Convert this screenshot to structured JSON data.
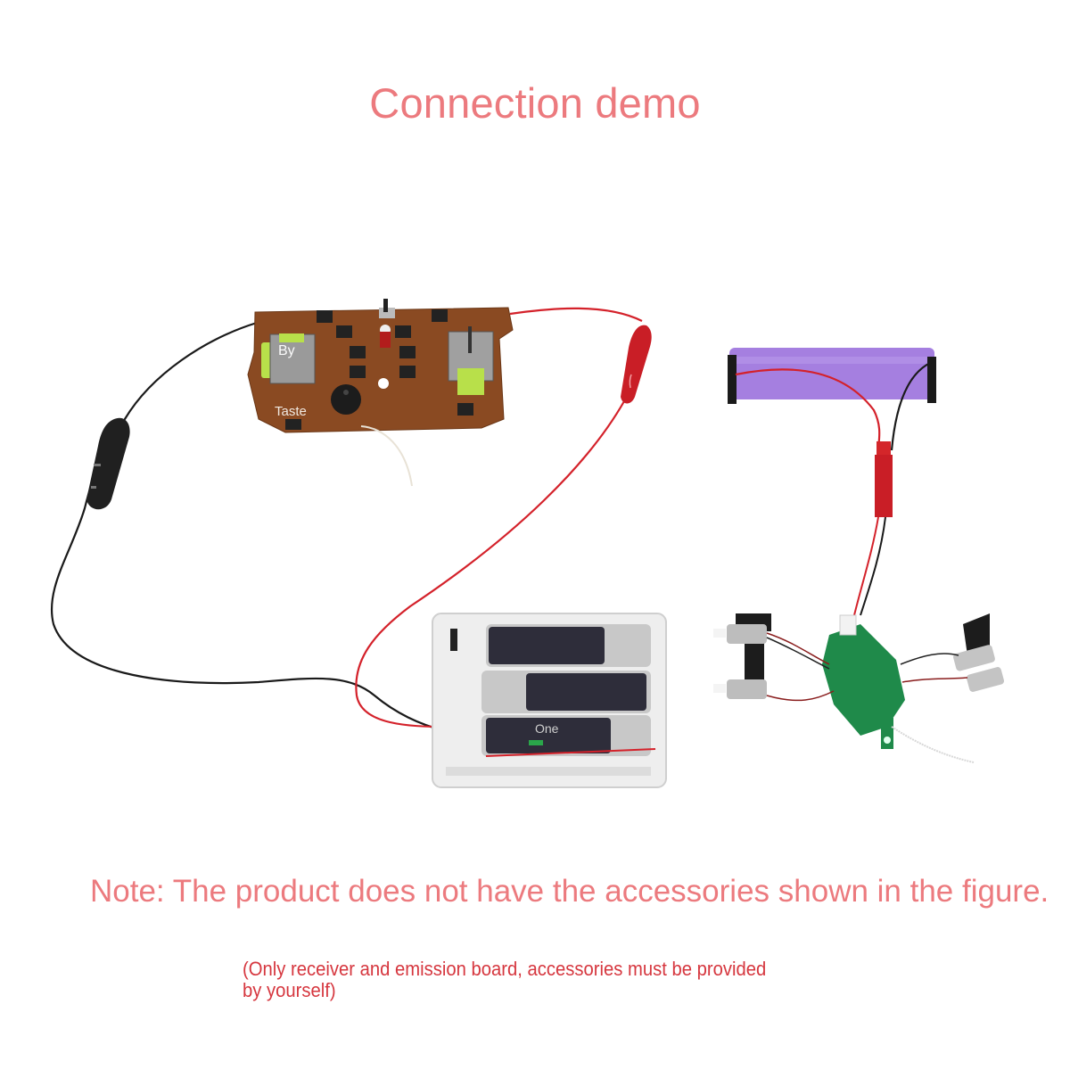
{
  "title": "Connection demo",
  "note": "Note: The product does not have the accessories shown in the figure.",
  "subnote_line1": "(Only receiver and emission board, accessories must be provided",
  "subnote_line2": "by yourself)",
  "components": {
    "transmitter_board": {
      "label_by": "By",
      "label_taste": "Taste"
    },
    "aa_battery_pack": {
      "cells": 3,
      "cell_brand": "One"
    },
    "li_ion_battery": {
      "color": "#a57fe0"
    },
    "receiver_board": {
      "color": "#1f8a4a",
      "motors": 4
    },
    "jst_connector": {
      "color": "#d4262a"
    },
    "alligator_clip": {
      "color": "#c91e26"
    }
  },
  "colors": {
    "title": "#ec7a7e",
    "note": "#ec7a7e",
    "subnote": "#d6373f",
    "wire_red": "#d4212a",
    "wire_black": "#1a1a1a",
    "pcb_brown": "#8a4a22"
  }
}
